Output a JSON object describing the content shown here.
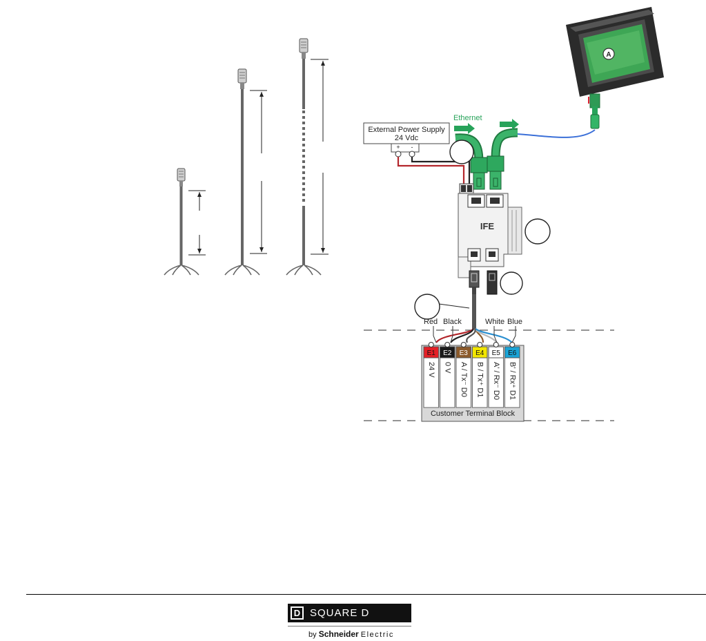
{
  "power_supply": {
    "line1": "External Power Supply",
    "line2": "24 Vdc",
    "plus": "+",
    "minus": "-"
  },
  "ethernet_label": "Ethernet",
  "device_label": "IFE",
  "display_callout": "A",
  "wire_labels": [
    "Red",
    "Black",
    "White",
    "Blue"
  ],
  "terminals": [
    {
      "id": "E1",
      "desc": "24 V",
      "color": "#e41f26"
    },
    {
      "id": "E2",
      "desc": "0 V",
      "color": "#1a1a1a"
    },
    {
      "id": "E3",
      "desc": "A / Tx⁻ D0",
      "color": "#8b5a2b"
    },
    {
      "id": "E4",
      "desc": "B / Tx⁺ D1",
      "color": "#f2e600"
    },
    {
      "id": "E5",
      "desc": "A' / Rx⁻ D0",
      "color": "#ffffff"
    },
    {
      "id": "E6",
      "desc": "B' / Rx⁺ D1",
      "color": "#19a3d6"
    }
  ],
  "terminal_block_label": "Customer Terminal Block",
  "colors": {
    "ethernet_green": "#27a35a",
    "display_green": "#3ea655",
    "blue_cable": "#3a6fd8",
    "red_wire": "#b3262b"
  },
  "footer": {
    "logo_letter": "D",
    "logo_text": "SQUARE D",
    "by": "by",
    "brand": "Schneider",
    "electric": "Electric"
  }
}
